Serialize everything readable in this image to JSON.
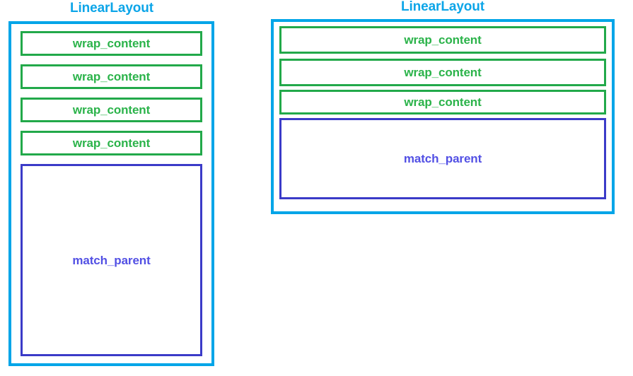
{
  "diagram": {
    "type": "android-layout-comparison",
    "background_color": "#ffffff",
    "palette": {
      "container_border": "#00a5e8",
      "container_title": "#0ca5e8",
      "wrap_border": "#22a94a",
      "wrap_text": "#2bb34a",
      "match_border": "#3b3bc8",
      "match_text": "#5250e4"
    }
  },
  "panels": [
    {
      "id": "left",
      "title": "LinearLayout",
      "orientation": "vertical",
      "children": [
        {
          "label": "wrap_content",
          "kind": "wrap"
        },
        {
          "label": "wrap_content",
          "kind": "wrap"
        },
        {
          "label": "wrap_content",
          "kind": "wrap"
        },
        {
          "label": "wrap_content",
          "kind": "wrap"
        },
        {
          "label": "match_parent",
          "kind": "match"
        }
      ]
    },
    {
      "id": "right",
      "title": "LinearLayout",
      "orientation": "vertical",
      "children": [
        {
          "label": "wrap_content",
          "kind": "wrap"
        },
        {
          "label": "wrap_content",
          "kind": "wrap"
        },
        {
          "label": "wrap_content",
          "kind": "wrap"
        },
        {
          "label": "match_parent",
          "kind": "match"
        }
      ]
    }
  ]
}
